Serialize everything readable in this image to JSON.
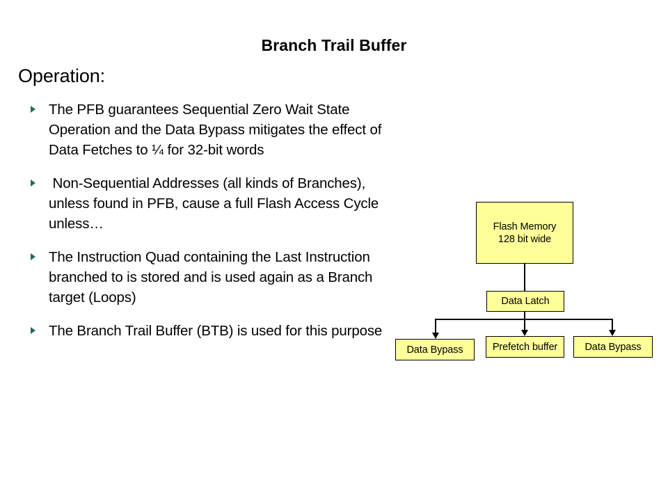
{
  "slide": {
    "title": "Branch Trail Buffer",
    "heading": "Operation:",
    "bullets": [
      {
        "text": "The PFB guarantees Sequential Zero Wait State Operation and the Data Bypass mitigates the effect of Data Fetches to ¼ for 32-bit words"
      },
      {
        "text": " Non-Sequential Addresses (all kinds of Branches), unless found in PFB, cause a full Flash Access Cycle unless…"
      },
      {
        "text": "The Instruction Quad containing the Last Instruction branched to is stored and is used again as a Branch target (Loops)"
      },
      {
        "text": "The Branch Trail Buffer (BTB) is used for this purpose"
      }
    ]
  },
  "diagram": {
    "boxes": {
      "flash_memory": {
        "line1": "Flash Memory",
        "line2": "128 bit wide"
      },
      "data_latch": {
        "label": "Data Latch"
      },
      "data_bypass_left": {
        "label": "Data Bypass"
      },
      "prefetch_buffer": {
        "label": "Prefetch buffer"
      },
      "data_bypass_right": {
        "label": "Data Bypass"
      }
    }
  },
  "colors": {
    "box_fill": "#FFFF99",
    "box_border": "#000000",
    "bullet_marker": "#1F6B62",
    "text": "#000000",
    "background": "#FFFFFF"
  }
}
